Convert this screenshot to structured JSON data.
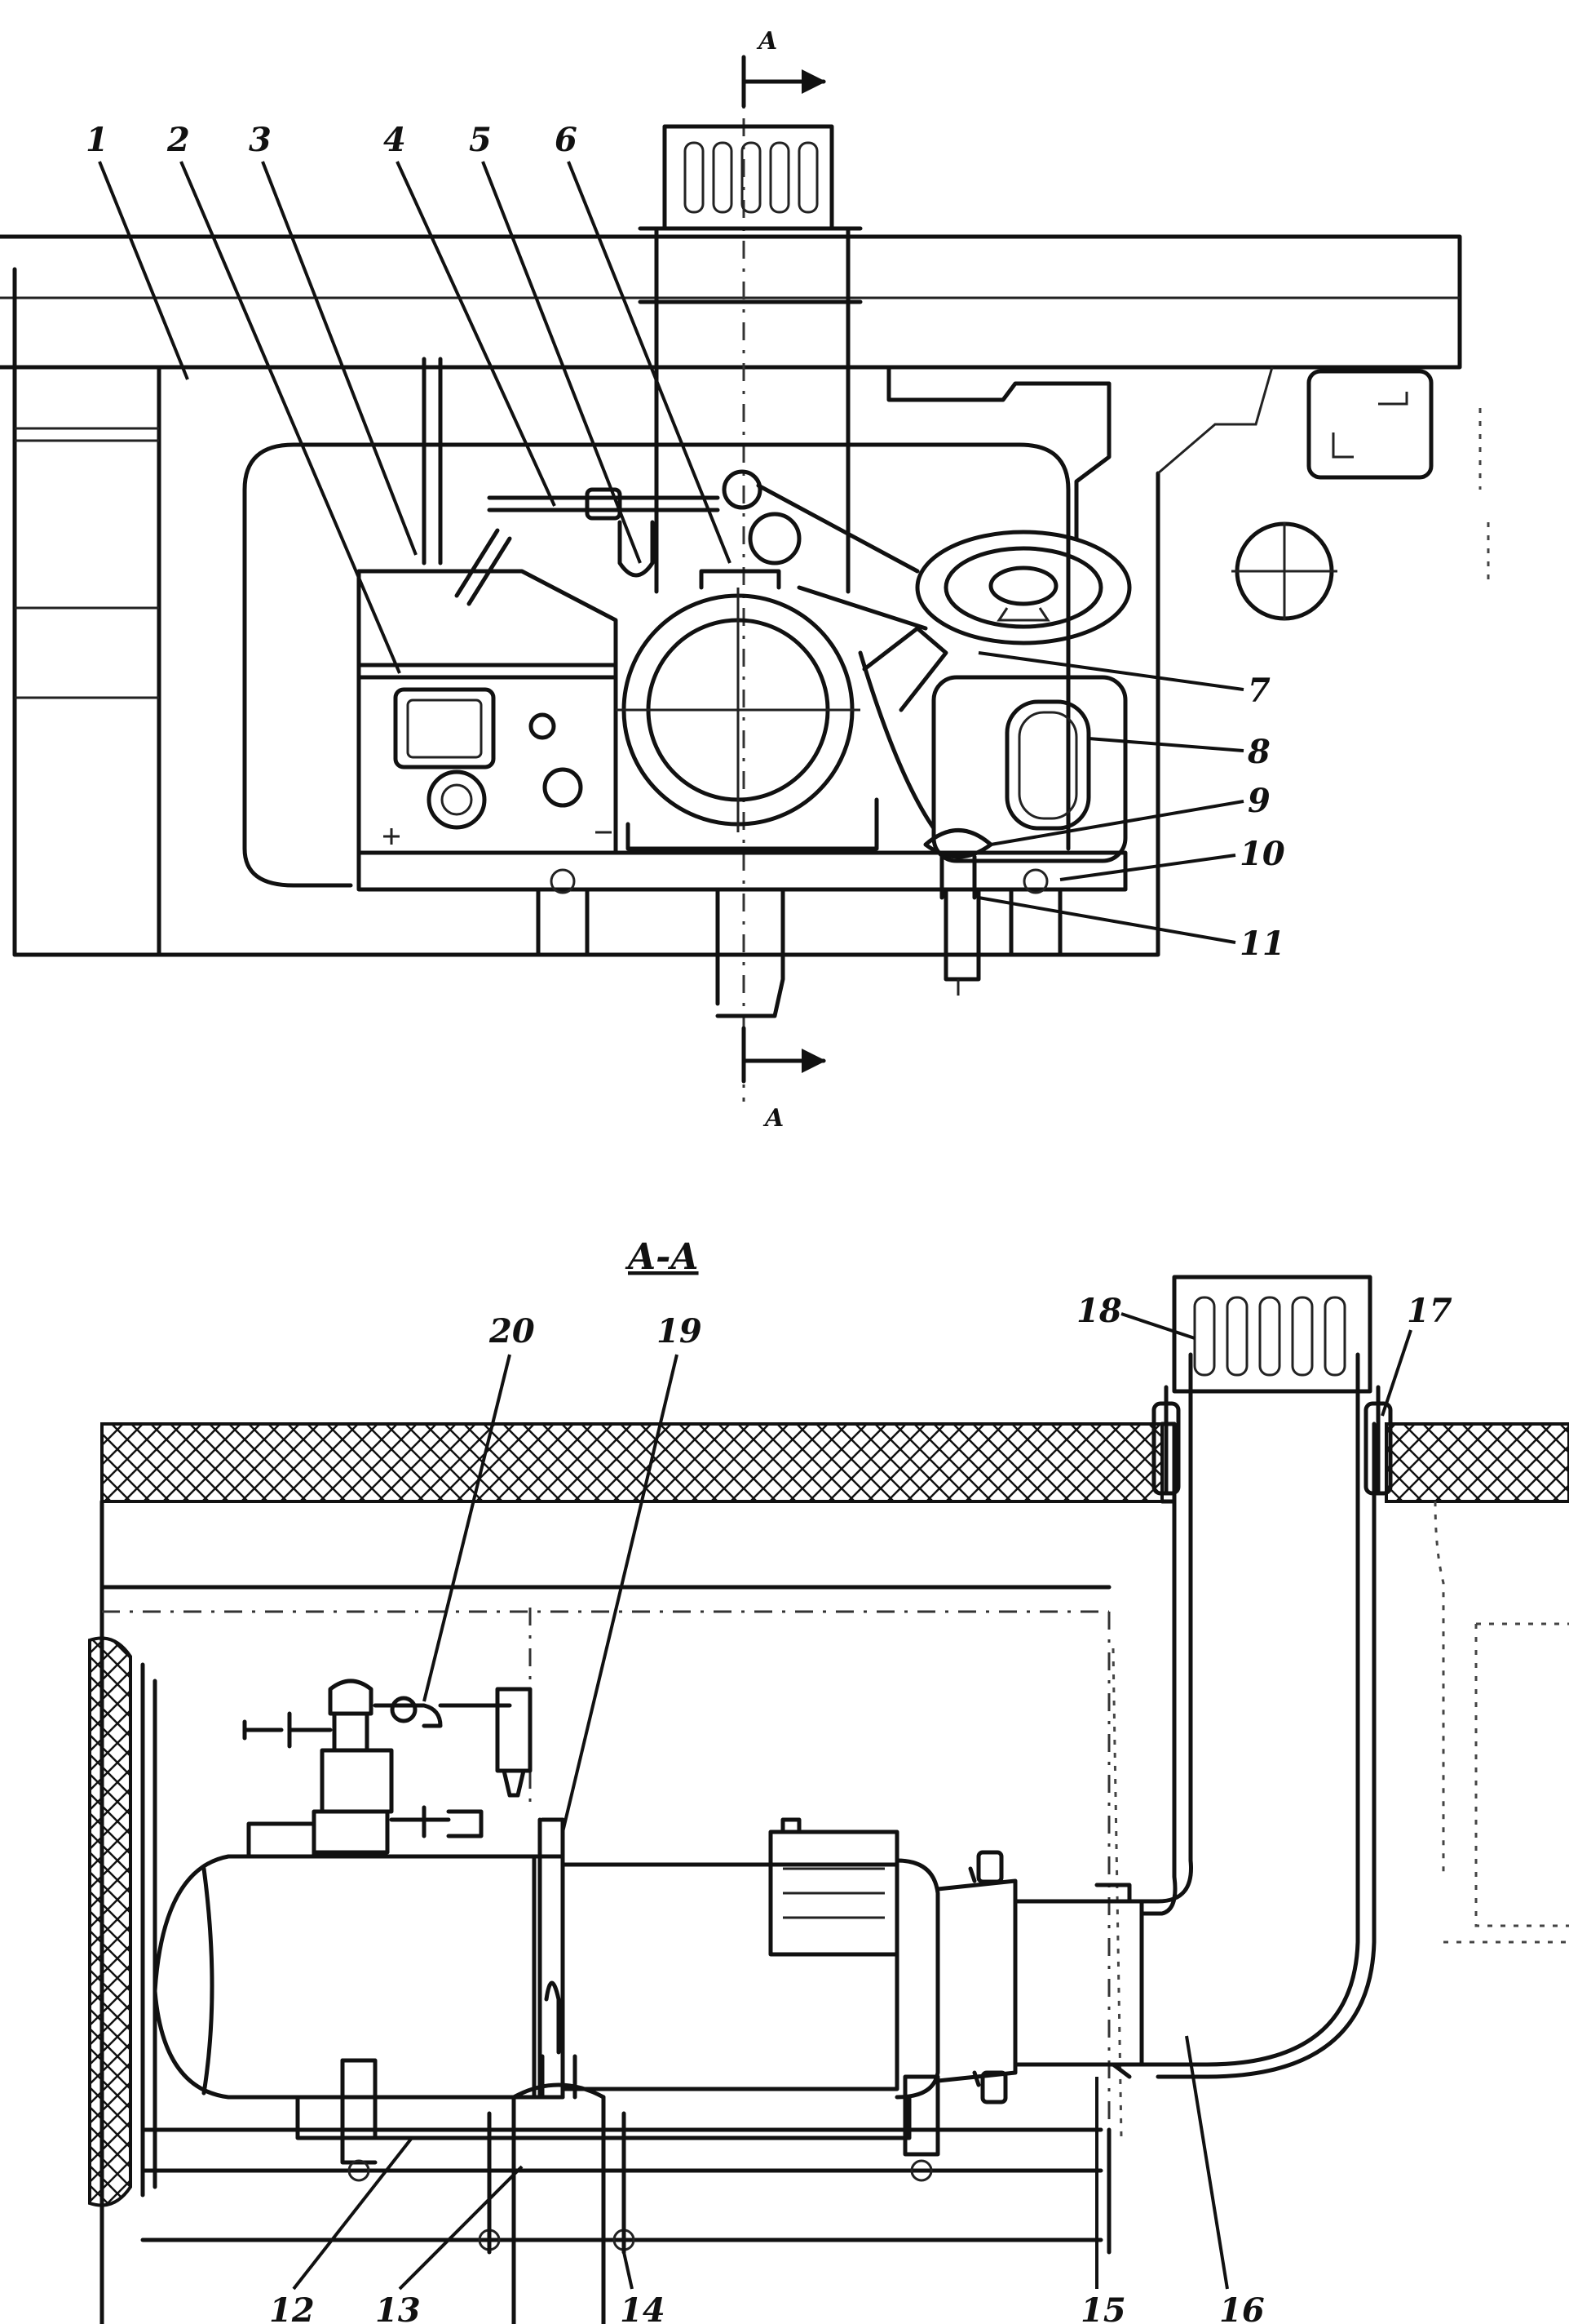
{
  "diagram": {
    "section_marker": "A",
    "section_title": "A-A",
    "labels": [
      {
        "id": "1",
        "text": "1"
      },
      {
        "id": "2",
        "text": "2"
      },
      {
        "id": "3",
        "text": "3"
      },
      {
        "id": "4",
        "text": "4"
      },
      {
        "id": "5",
        "text": "5"
      },
      {
        "id": "6",
        "text": "6"
      },
      {
        "id": "7",
        "text": "7"
      },
      {
        "id": "8",
        "text": "8"
      },
      {
        "id": "9",
        "text": "9"
      },
      {
        "id": "10",
        "text": "10"
      },
      {
        "id": "11",
        "text": "11"
      },
      {
        "id": "12",
        "text": "12"
      },
      {
        "id": "13",
        "text": "13"
      },
      {
        "id": "14",
        "text": "14"
      },
      {
        "id": "15",
        "text": "15"
      },
      {
        "id": "16",
        "text": "16"
      },
      {
        "id": "17",
        "text": "17"
      },
      {
        "id": "18",
        "text": "18"
      },
      {
        "id": "19",
        "text": "19"
      },
      {
        "id": "20",
        "text": "20"
      }
    ]
  }
}
